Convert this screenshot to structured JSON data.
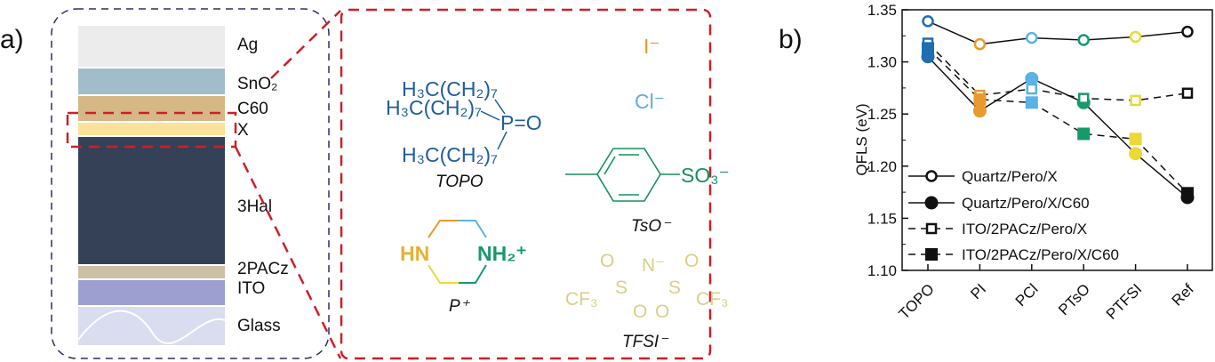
{
  "panel_a": {
    "label": "a)",
    "layers": [
      {
        "name": "Ag",
        "color": "#ececec"
      },
      {
        "name": "SnO₂",
        "color": "#a2bdca"
      },
      {
        "name": "C60",
        "color": "#d6b786"
      },
      {
        "name": "X",
        "color": "#fbe29a"
      },
      {
        "name": "3Hal",
        "color": "#354157"
      },
      {
        "name": "2PACz",
        "color": "#cbbfa6"
      },
      {
        "name": "ITO",
        "color": "#9c9fcf"
      },
      {
        "name": "Glass",
        "color": "#dadcef"
      }
    ],
    "molecules": {
      "topo_chains": [
        "H₃C(CH₂)₇",
        "H₃C(CH₂)₇",
        "H₃C(CH₂)₇"
      ],
      "topo_group": "P=O",
      "topo_name": "TOPO",
      "iodide": "I⁻",
      "chloride": "Cl⁻",
      "tso_group": "SO₃⁻",
      "tso_name": "TsO⁻",
      "p_left": "HN",
      "p_right": "NH₂⁺",
      "p_name": "P⁺",
      "tfsi_n": "N⁻",
      "tfsi_s": "S",
      "tfsi_o": "O",
      "tfsi_cf3": "CF₃",
      "tfsi_name": "TFSI⁻"
    }
  },
  "panel_b": {
    "label": "b)"
  },
  "chart_data": {
    "type": "line",
    "title": "",
    "xlabel": "",
    "ylabel": "QFLS (eV)",
    "categories": [
      "TOPO",
      "PI",
      "PCl",
      "PTsO",
      "PTFSI",
      "Ref"
    ],
    "category_colors": [
      "#1f6db3",
      "#e89a2c",
      "#5ab3e4",
      "#159a6a",
      "#ecd838",
      "#111111"
    ],
    "ylim": [
      1.1,
      1.35
    ],
    "yticks": [
      "1.10",
      "1.15",
      "1.20",
      "1.25",
      "1.30",
      "1.35"
    ],
    "legend_position": "bottom-left",
    "series": [
      {
        "name": "Quartz/Pero/X",
        "marker": "circle-open",
        "line": "solid",
        "values": [
          1.339,
          1.317,
          1.323,
          1.321,
          1.324,
          1.329
        ]
      },
      {
        "name": "Quartz/Pero/X/C60",
        "marker": "circle-filled",
        "line": "solid",
        "values": [
          1.305,
          1.253,
          1.284,
          1.261,
          1.212,
          1.17
        ]
      },
      {
        "name": "ITO/2PACz/Pero/X",
        "marker": "square-open",
        "line": "dashed",
        "values": [
          1.318,
          1.268,
          1.274,
          1.265,
          1.263,
          1.27
        ]
      },
      {
        "name": "ITO/2PACz/Pero/X/C60",
        "marker": "square-filled",
        "line": "dashed",
        "values": [
          1.313,
          1.264,
          1.261,
          1.231,
          1.226,
          1.174
        ]
      }
    ]
  }
}
